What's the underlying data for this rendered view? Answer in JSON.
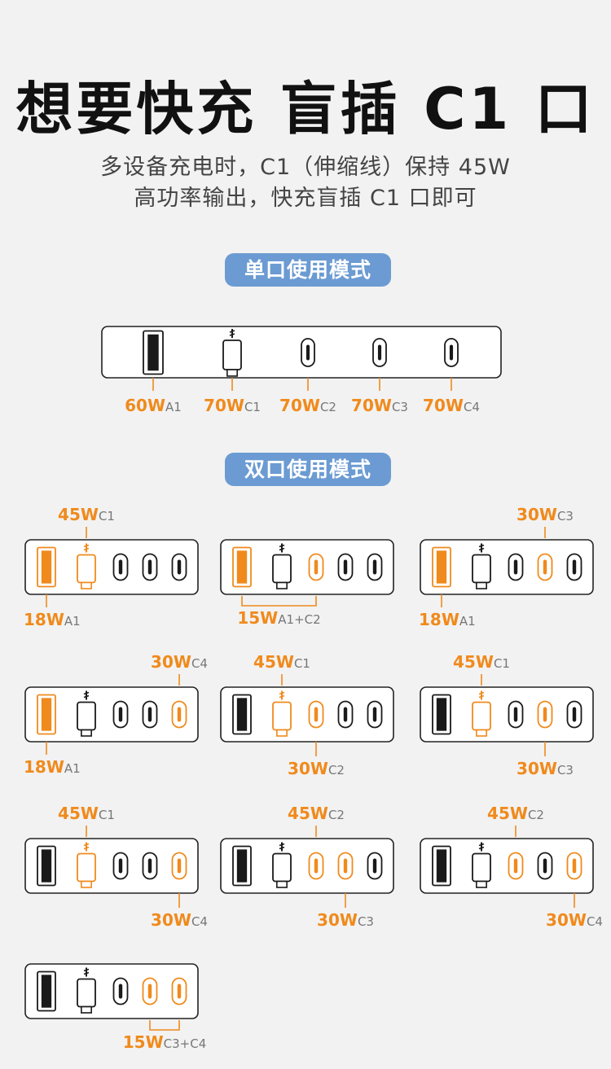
{
  "title": "想要快充 盲插 C1 口",
  "subtitle": [
    "多设备充电时，C1（伸缩线）保持 45W",
    "高功率输出，快充盲插 C1 口即可"
  ],
  "single_mode": {
    "badge": "单口使用模式",
    "ports": [
      {
        "name": "A1",
        "watt": "60W",
        "suffix": "A1"
      },
      {
        "name": "C1",
        "watt": "70W",
        "suffix": "C1"
      },
      {
        "name": "C2",
        "watt": "70W",
        "suffix": "C2"
      },
      {
        "name": "C3",
        "watt": "70W",
        "suffix": "C3"
      },
      {
        "name": "C4",
        "watt": "70W",
        "suffix": "C4"
      }
    ]
  },
  "dual_mode": {
    "badge": "双口使用模式",
    "combos": [
      {
        "active": [
          "A1",
          "C1"
        ],
        "labels": [
          {
            "port": "C1",
            "watt": "45W",
            "suffix": "C1"
          },
          {
            "port": "A1",
            "watt": "18W",
            "suffix": "A1"
          }
        ]
      },
      {
        "active": [
          "A1",
          "C2"
        ],
        "labels": [
          {
            "port": "A1+C2",
            "watt": "15W",
            "suffix": "A1+C2"
          }
        ]
      },
      {
        "active": [
          "A1",
          "C3"
        ],
        "labels": [
          {
            "port": "C3",
            "watt": "30W",
            "suffix": "C3"
          },
          {
            "port": "A1",
            "watt": "18W",
            "suffix": "A1"
          }
        ]
      },
      {
        "active": [
          "A1",
          "C4"
        ],
        "labels": [
          {
            "port": "C4",
            "watt": "30W",
            "suffix": "C4"
          },
          {
            "port": "A1",
            "watt": "18W",
            "suffix": "A1"
          }
        ]
      },
      {
        "active": [
          "C1",
          "C2"
        ],
        "labels": [
          {
            "port": "C1",
            "watt": "45W",
            "suffix": "C1"
          },
          {
            "port": "C2",
            "watt": "30W",
            "suffix": "C2"
          }
        ]
      },
      {
        "active": [
          "C1",
          "C3"
        ],
        "labels": [
          {
            "port": "C1",
            "watt": "45W",
            "suffix": "C1"
          },
          {
            "port": "C3",
            "watt": "30W",
            "suffix": "C3"
          }
        ]
      },
      {
        "active": [
          "C1",
          "C4"
        ],
        "labels": [
          {
            "port": "C1",
            "watt": "45W",
            "suffix": "C1"
          },
          {
            "port": "C4",
            "watt": "30W",
            "suffix": "C4"
          }
        ]
      },
      {
        "active": [
          "C2",
          "C3"
        ],
        "labels": [
          {
            "port": "C2",
            "watt": "45W",
            "suffix": "C2"
          },
          {
            "port": "C3",
            "watt": "30W",
            "suffix": "C3"
          }
        ]
      },
      {
        "active": [
          "C2",
          "C4"
        ],
        "labels": [
          {
            "port": "C2",
            "watt": "45W",
            "suffix": "C2"
          },
          {
            "port": "C4",
            "watt": "30W",
            "suffix": "C4"
          }
        ]
      },
      {
        "active": [
          "C3",
          "C4"
        ],
        "labels": [
          {
            "port": "C3+C4",
            "watt": "15W",
            "suffix": "C3+C4"
          }
        ]
      }
    ]
  },
  "colors": {
    "active": "#f08a1c",
    "inactive": "#1a1a1a",
    "badge": "#6b9bd2",
    "background": "#f2f2f2"
  }
}
